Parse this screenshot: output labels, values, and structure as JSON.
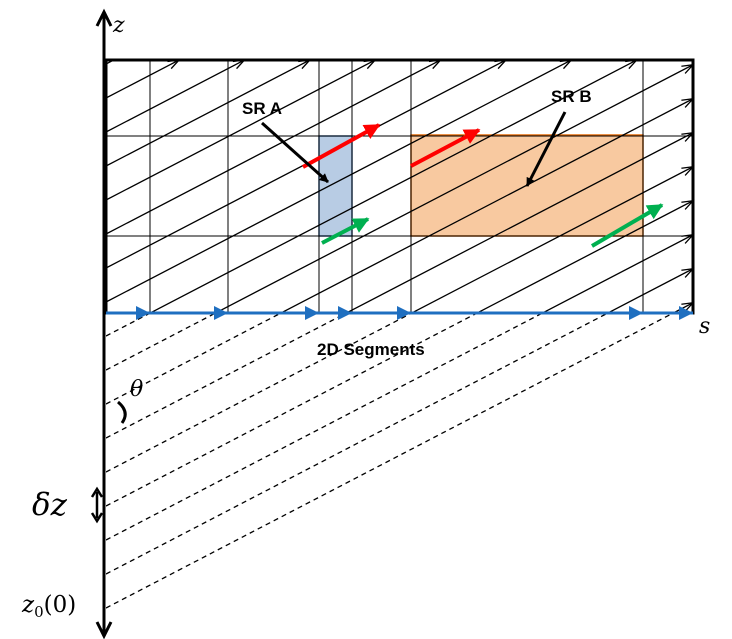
{
  "axes": {
    "z_label": "z",
    "s_label": "s",
    "theta_label": "θ",
    "dz_label": "δz",
    "z0_label_main": "z",
    "z0_label_sub": "0",
    "z0_label_arg": "(0)"
  },
  "labels": {
    "sr_a": "SR A",
    "sr_b": "SR B",
    "segments": "2D Segments"
  },
  "colors": {
    "grid": "#000000",
    "sr_a_fill": "#b8cce4",
    "sr_a_stroke": "#4f81bd",
    "sr_b_fill": "#f8c9a0",
    "sr_b_stroke": "#e46c0a",
    "segment_arrow": "#1f6fc0",
    "red_arrow": "#ff0000",
    "green_arrow": "#00b050"
  }
}
